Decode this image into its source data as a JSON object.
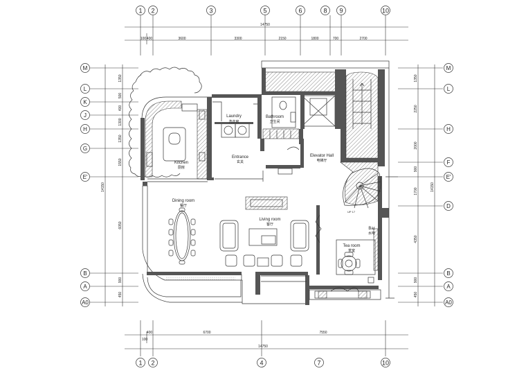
{
  "grid": {
    "top_labels": [
      "1",
      "2",
      "3",
      "5",
      "6",
      "8",
      "9",
      "10"
    ],
    "bottom_labels": [
      "1",
      "2",
      "4",
      "7",
      "10"
    ],
    "left_labels": [
      "M",
      "L",
      "K",
      "J",
      "H",
      "G",
      "E'",
      "B",
      "A",
      "A0"
    ],
    "right_labels": [
      "M",
      "L",
      "H",
      "F",
      "E'",
      "D",
      "B",
      "A",
      "A0"
    ]
  },
  "dimensions": {
    "top_total": "14750",
    "top_row": [
      "100",
      "400",
      "3600",
      "3300",
      "2150",
      "1800",
      "700",
      "2700"
    ],
    "bottom_total": "14750",
    "bottom_row": [
      "400",
      "6700",
      "7550"
    ],
    "bottom_small": "100",
    "left_total": "14150",
    "left_row": [
      "1350",
      "500",
      "400",
      "1300",
      "1350",
      "1550",
      "6050",
      "900",
      "450"
    ],
    "right_total": "14150",
    "right_row": [
      "1350",
      "2250",
      "2000",
      "900",
      "1700",
      "4350",
      "900",
      "450"
    ]
  },
  "rooms": [
    {
      "en": "Laundry",
      "zh": "洗衣房"
    },
    {
      "en": "Bathroom",
      "zh": "卫生间"
    },
    {
      "en": "Kitchen",
      "zh": "厨房"
    },
    {
      "en": "Entrance",
      "zh": "玄关"
    },
    {
      "en": "Elevator Hall",
      "zh": "电梯厅"
    },
    {
      "en": "Dining room",
      "zh": "餐厅"
    },
    {
      "en": "Living room",
      "zh": "客厅"
    },
    {
      "en": "Bar",
      "zh": "水吧"
    },
    {
      "en": "Tea room",
      "zh": "茶室"
    }
  ],
  "stair_note": "UP 17"
}
